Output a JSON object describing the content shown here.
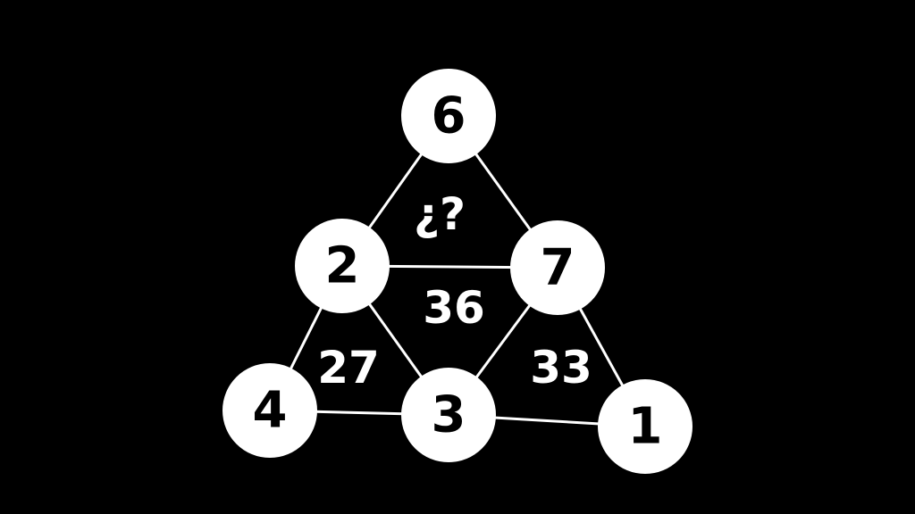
{
  "puzzle": {
    "nodes": {
      "top": "6",
      "mid_left": "2",
      "mid_right": "7",
      "bottom_left": "4",
      "bottom_middle": "3",
      "bottom_right": "1"
    },
    "cells": {
      "top": "¿?",
      "center": "36",
      "left": "27",
      "right": "33"
    }
  },
  "colors": {
    "background": "#000000",
    "node": "#ffffff",
    "line": "#ffffff"
  }
}
